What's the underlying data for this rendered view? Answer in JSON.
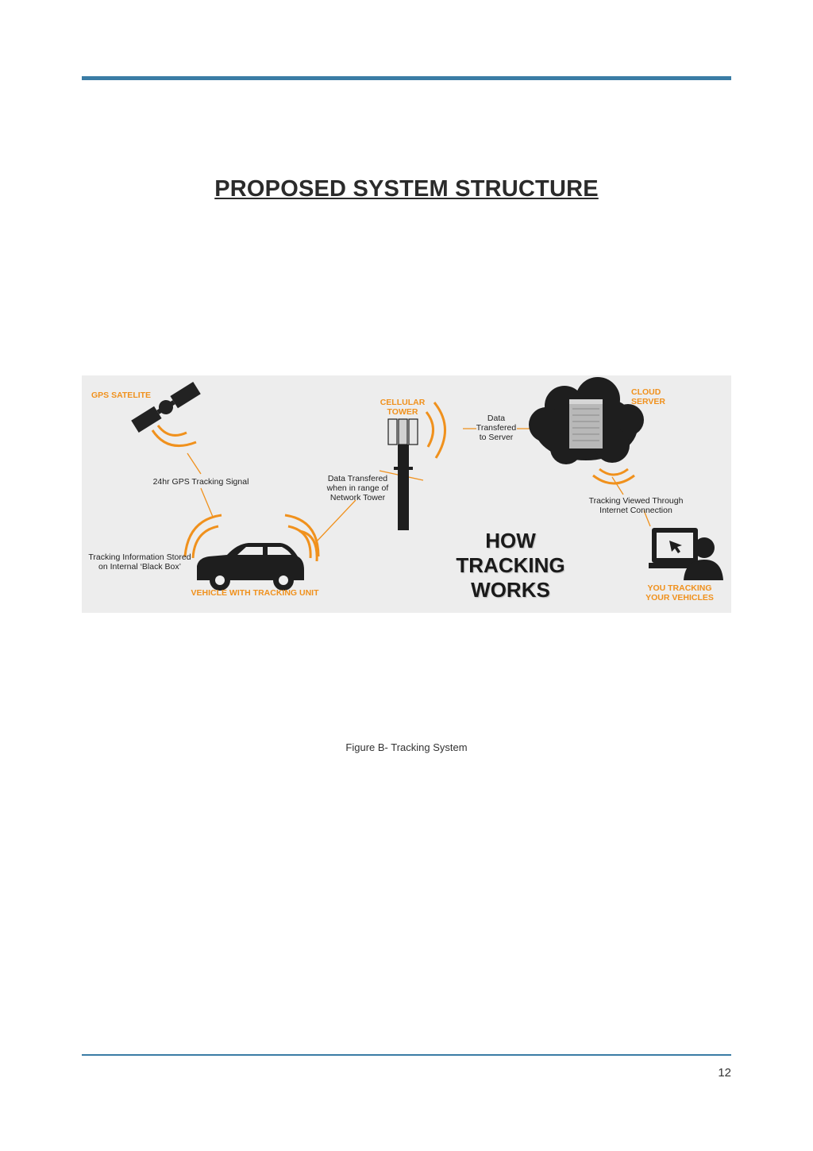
{
  "page": {
    "title": "PROPOSED SYSTEM STRUCTURE",
    "caption": "Figure B-  Tracking System",
    "page_number": "12",
    "accent_color": "#3a7ca5"
  },
  "figure": {
    "highlight_color": "#f0911d",
    "labels": {
      "gps_satellite": "GPS SATELITE",
      "cellular_tower_1": "CELLULAR",
      "cellular_tower_2": "TOWER",
      "cloud_server_1": "CLOUD",
      "cloud_server_2": "SERVER",
      "gps_signal": "24hr GPS Tracking Signal",
      "data_tower_1": "Data Transfered",
      "data_tower_2": "when in range of",
      "data_tower_3": "Network Tower",
      "data_server_1": "Data",
      "data_server_2": "Transfered",
      "data_server_3": "to Server",
      "viewed_1": "Tracking Viewed Through",
      "viewed_2": "Internet Connection",
      "stored_1": "Tracking Information Stored",
      "stored_2": "on Internal ‘Black Box’",
      "vehicle": "VEHICLE WITH TRACKING UNIT",
      "you_1": "YOU TRACKING",
      "you_2": "YOUR VEHICLES",
      "how_1": "HOW",
      "how_2": "TRACKING",
      "how_3": "WORKS"
    },
    "icons": [
      "satellite-icon",
      "car-icon",
      "cell-tower-icon",
      "cloud-server-icon",
      "laptop-user-icon"
    ]
  }
}
